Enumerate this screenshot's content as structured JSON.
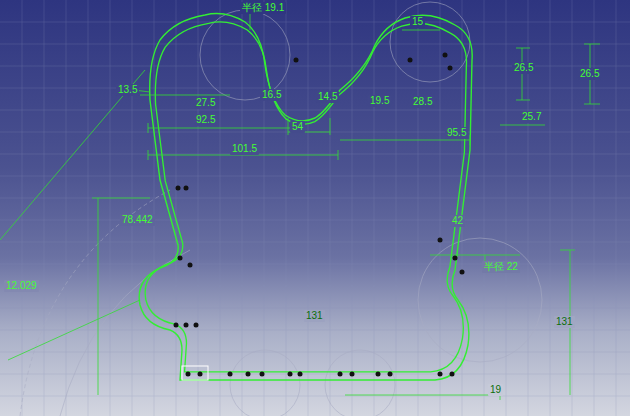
{
  "diagram": {
    "labels": [
      "半径 19.1",
      "15",
      "26.5",
      "26.5",
      "13.5",
      "27.5",
      "16.5",
      "14.5",
      "19.5",
      "28.5",
      "54",
      "92.5",
      "95.5",
      "101.5",
      "25.7",
      "78.442",
      "42",
      "半径 22",
      "12.029",
      "131",
      "131",
      "19"
    ]
  }
}
